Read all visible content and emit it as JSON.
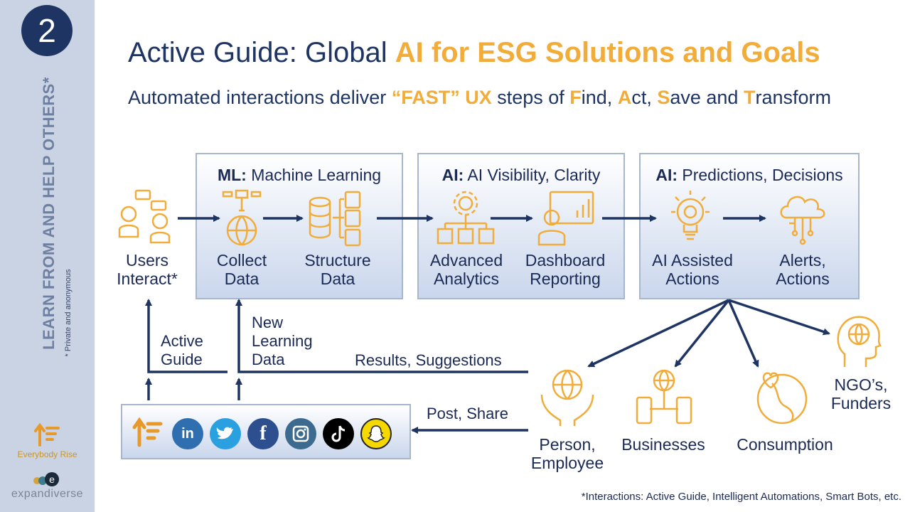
{
  "sidebar": {
    "number": "2",
    "vertical_title": "LEARN FROM AND HELP OTHERS*",
    "vertical_note": "* Private and anonymous",
    "logo1_text": "Everybody Rise",
    "logo2_text": "expandiverse"
  },
  "header": {
    "title_plain": "Active Guide: Global ",
    "title_highlight": "AI for ESG Solutions and Goals",
    "subtitle_parts": [
      "Automated interactions deliver ",
      "“FAST” UX",
      " steps of ",
      "F",
      "ind, ",
      "A",
      "ct, ",
      "S",
      "ave and ",
      "T",
      "ransform"
    ]
  },
  "panels": {
    "ml": {
      "prefix": "ML:",
      "text": " Machine Learning"
    },
    "ai_visibility": {
      "prefix": "AI:",
      "text": " AI Visibility, Clarity"
    },
    "ai_predictions": {
      "prefix": "AI:",
      "text": " Predictions, Decisions"
    }
  },
  "nodes": {
    "users": [
      "Users",
      "Interact*"
    ],
    "collect": [
      "Collect",
      "Data"
    ],
    "structure": [
      "Structure",
      "Data"
    ],
    "analytics": [
      "Advanced",
      "Analytics"
    ],
    "dashboard": [
      "Dashboard",
      "Reporting"
    ],
    "ai_actions": [
      "AI Assisted",
      "Actions"
    ],
    "alerts": [
      "Alerts,",
      "Actions"
    ],
    "person": [
      "Person,",
      "Employee"
    ],
    "businesses": [
      "Businesses"
    ],
    "consumption": [
      "Consumption"
    ],
    "ngo": [
      "NGO’s,",
      "Funders"
    ]
  },
  "flows": {
    "active_guide": [
      "Active",
      "Guide"
    ],
    "new_learning": [
      "New",
      "Learning",
      "Data"
    ],
    "results": "Results, Suggestions",
    "post_share": "Post, Share"
  },
  "social": [
    {
      "name": "everybody-rise",
      "glyph": "⇡"
    },
    {
      "name": "linkedin",
      "glyph": "in",
      "color": "#2f6fb0"
    },
    {
      "name": "twitter",
      "glyph": "t",
      "color": "#2aa0e0"
    },
    {
      "name": "facebook",
      "glyph": "f",
      "color": "#2d4f8f"
    },
    {
      "name": "instagram",
      "glyph": "◙",
      "color": "#3d6a8f"
    },
    {
      "name": "tiktok",
      "glyph": "♪",
      "color": "#000000"
    },
    {
      "name": "snapchat",
      "glyph": "☻",
      "color": "#f5d800"
    }
  ],
  "footnote": "*Interactions: Active Guide, Intelligent Automations, Smart Bots, etc.",
  "colors": {
    "navy": "#1e3462",
    "gold": "#f1ac3a",
    "sidebar": "#c9d3e3",
    "panel_border": "#a8b6cd"
  }
}
